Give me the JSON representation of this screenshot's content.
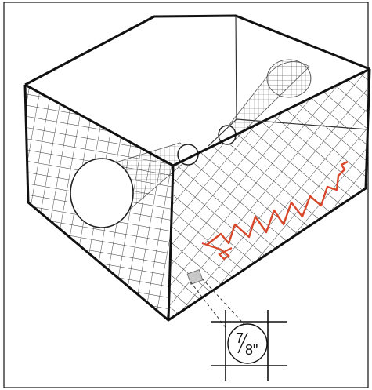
{
  "diagram": {
    "inset_label": {
      "numerator": "7",
      "denominator": "8\""
    }
  },
  "colors": {
    "line": "#1a1a1a",
    "mesh": "#333333",
    "marker": "#d9472b",
    "highlight_square": "#c8c8c8"
  },
  "icons": [
    "box-outline",
    "wire-mesh",
    "entrance-hole-left",
    "funnel-tunnel",
    "zigzag-marker",
    "mesh-square-magnifier"
  ]
}
